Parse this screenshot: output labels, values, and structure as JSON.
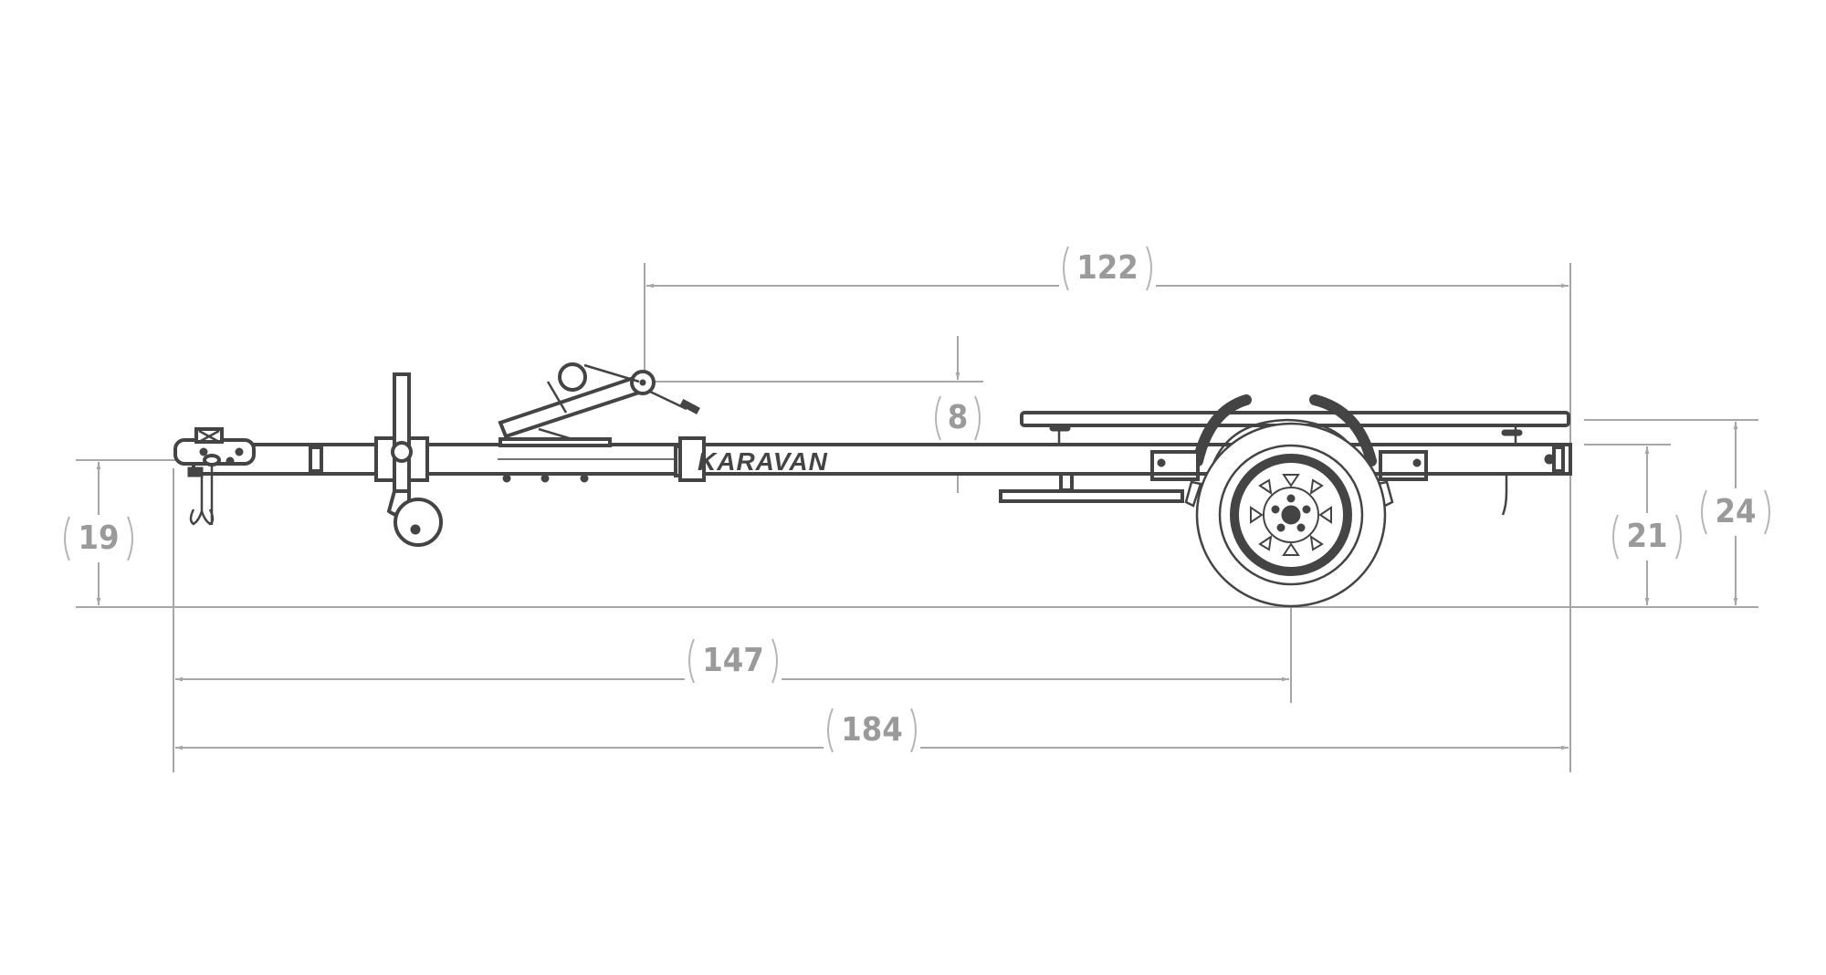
{
  "drawing": {
    "brand_label": "KARAVAN",
    "line_color": "#444444",
    "dimension_color": "#a6a6a6"
  },
  "dimensions": {
    "winch_to_rear": "122",
    "winch_height_above_frame": "8",
    "coupler_height": "19",
    "frame_height": "21",
    "bunk_height": "24",
    "coupler_to_axle": "147",
    "overall_length": "184"
  }
}
